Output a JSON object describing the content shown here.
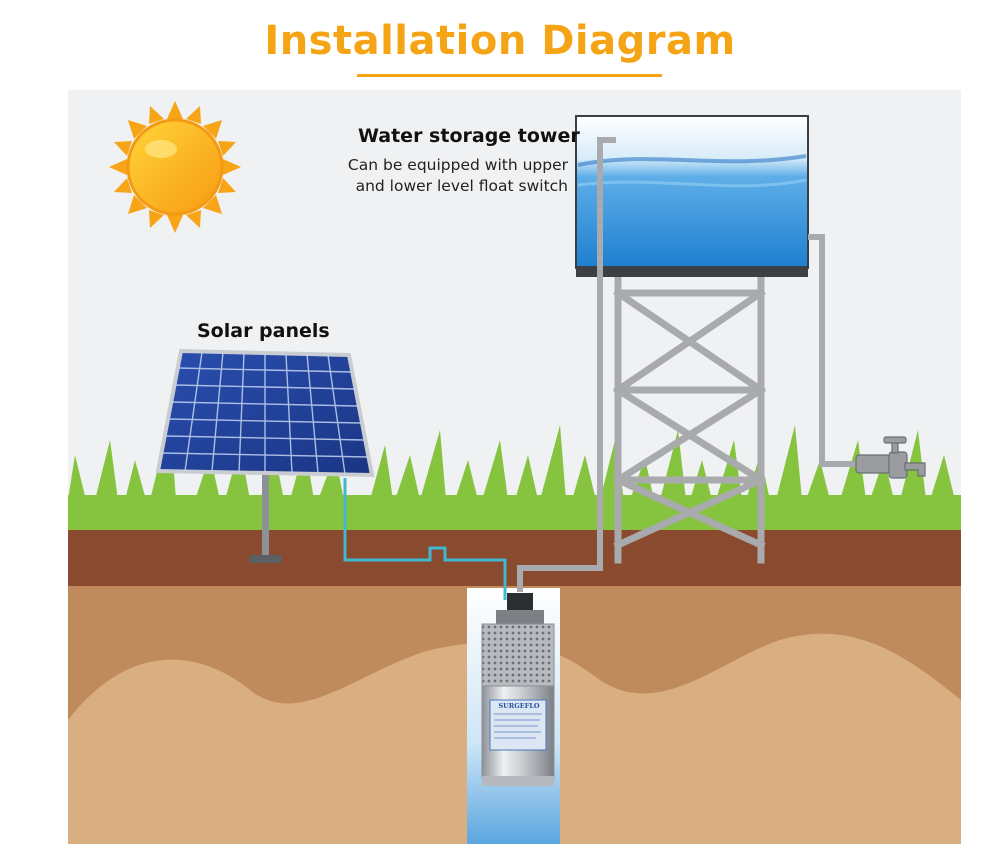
{
  "title": "Installation Diagram",
  "labels": {
    "tower_title": "Water storage tower",
    "tower_note_line1": "Can be equipped with upper",
    "tower_note_line2": "and lower level float switch",
    "solar_panels": "Solar panels",
    "pump_brand": "SURGEFLO"
  },
  "colors": {
    "title": "#f5a416",
    "grass": "#86c440",
    "topsoil": "#8a4a30",
    "soil": "#c08b5c",
    "soil_light": "#d9ae80",
    "sky_bg": "#eef0f2",
    "cable": "#3fb8d0",
    "pipe": "#a8aaad",
    "water": "#2f8fd6",
    "sun": "#f7a416"
  },
  "icons": [
    "sun-icon",
    "solar-panel-icon",
    "water-tower-icon",
    "faucet-icon",
    "submersible-pump-icon"
  ]
}
